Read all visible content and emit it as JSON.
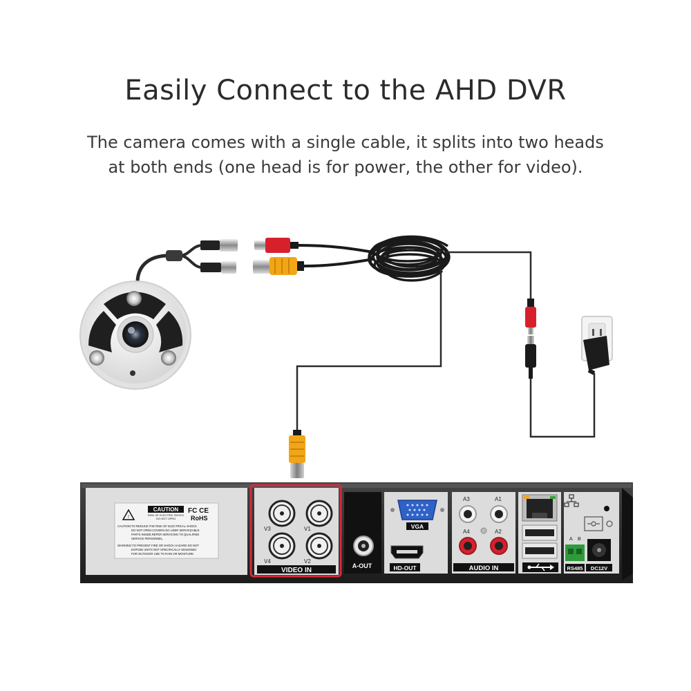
{
  "header": {
    "title": "Easily Connect to the AHD DVR",
    "subtitle_line1": "The camera comes with a single cable, it splits into two heads",
    "subtitle_line2": "at both ends (one head is for power, the other for video)."
  },
  "dvr": {
    "caution_title": "CAUTION",
    "caution_sub1": "RISK OF ELECTRIC SHOCK",
    "caution_sub2": "DO NOT OPEN",
    "fcc_text": "FC CE",
    "rohs_text": "RoHS",
    "caution_line1": "CAUTION:TO REDUCE THE RISK OF ELECTRICAL SHOCK",
    "caution_line2": "DO NOT OPEN COVERS.NO USER SERVICEABLE",
    "caution_line3": "PARTS INSIDE.REFER SERVICING TO QUALIFIED",
    "caution_line4": "SERVICE PERSONNEL.",
    "warning_line1": "WARNING:TO PREVENT FIRE OR SHOCK HAZARD DO NOT",
    "warning_line2": "EXPOSE UNITS NOT SPECIFICALLY DESIGNED",
    "warning_line3": "FOR OUTDOOR USE TO RAIN OR MOISTURE.",
    "v1": "V1",
    "v2": "V2",
    "v3": "V3",
    "v4": "V4",
    "video_in": "VIDEO IN",
    "a_out": "A-OUT",
    "vga": "VGA",
    "hd_out": "HD-OUT",
    "a1": "A1",
    "a2": "A2",
    "a3": "A3",
    "a4": "A4",
    "audio_in": "AUDIO IN",
    "rs485": "RS485",
    "dc12v": "DC12V",
    "term_a": "A",
    "term_b": "B"
  },
  "colors": {
    "highlight": "#d62b3a",
    "bnc_yellow": "#f2a516",
    "power_red": "#d8202c",
    "cable": "#1a1a1a",
    "panel": "#dcdcdc",
    "chassis": "#2a2a2a"
  }
}
